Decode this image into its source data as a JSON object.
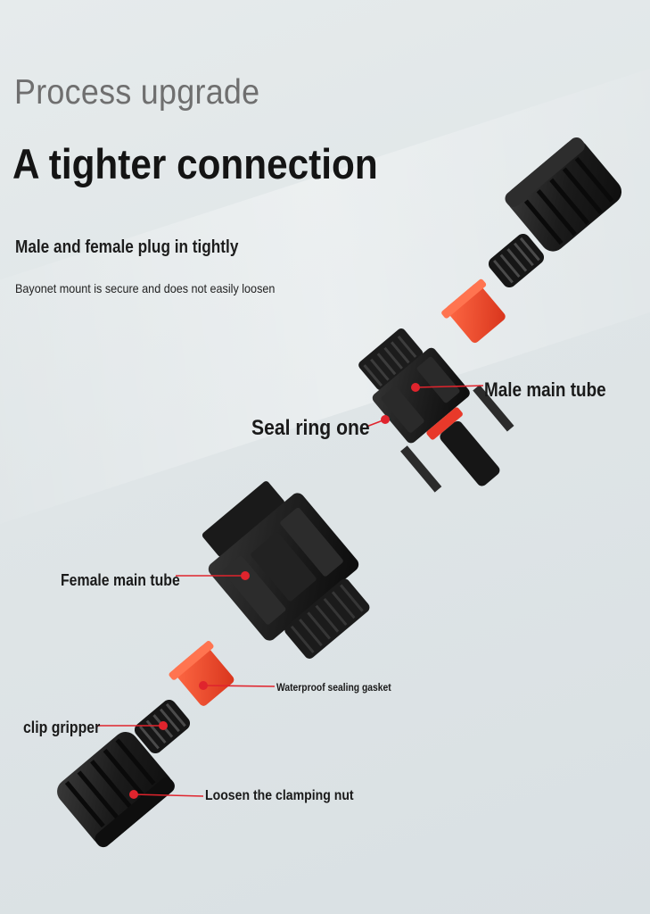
{
  "header": {
    "kicker": "Process upgrade",
    "headline": "A tighter connection",
    "subheading": "Male and female plug in tightly",
    "description": "Bayonet mount is secure and does not easily loosen"
  },
  "callouts": {
    "male_main_tube": "Male main tube",
    "seal_ring_one": "Seal ring one",
    "female_main_tube": "Female main tube",
    "waterproof_sealing_gasket": "Waterproof sealing gasket",
    "clip_gripper": "clip gripper",
    "clamping_nut": "Loosen the clamping nut"
  },
  "colors": {
    "background": "#e2e8ea",
    "plastic": "#1e1e1e",
    "seal_orange": "#ee4a2c",
    "marker_red": "#e0242d"
  }
}
